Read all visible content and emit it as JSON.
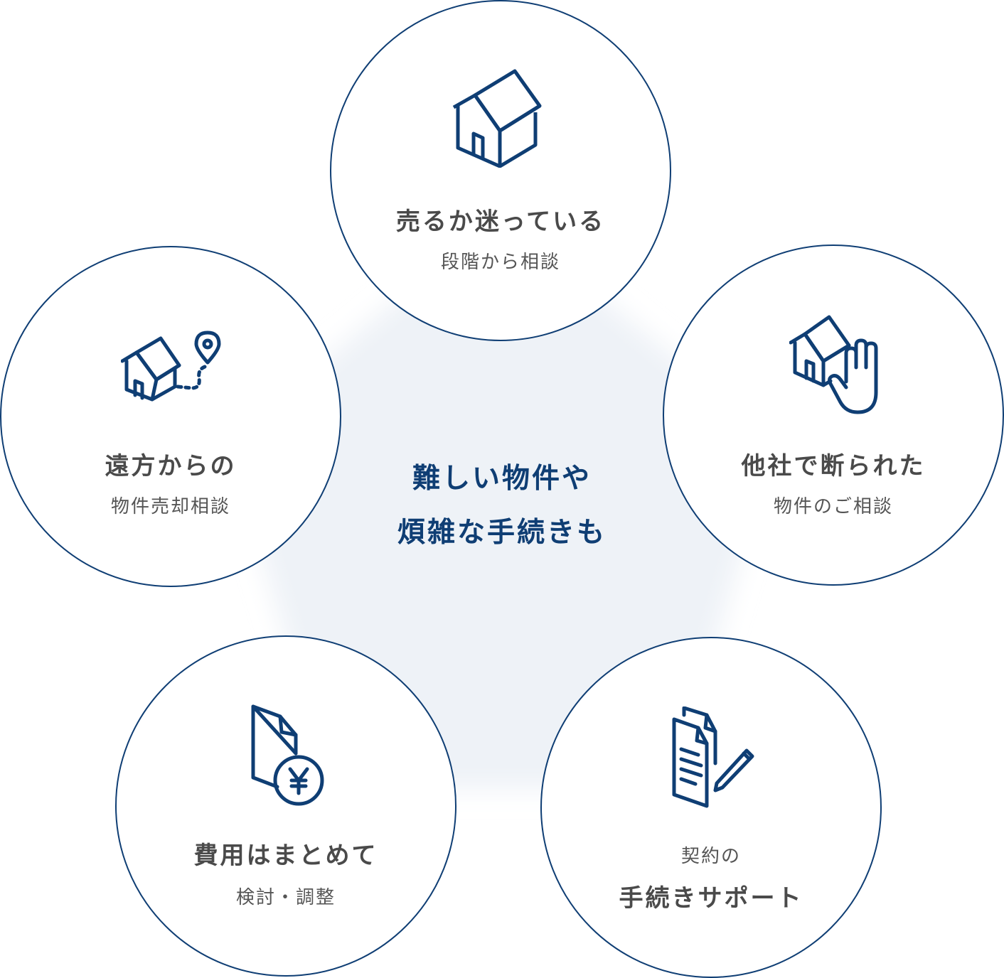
{
  "center": {
    "line1": "難しい物件や",
    "line2": "煩雑な手続きも"
  },
  "colors": {
    "accent": "#0f3e74",
    "text": "#4a4a4a",
    "background_shape": "#eef2f7"
  },
  "items": [
    {
      "icon": "house-icon",
      "title": "売るか迷っている",
      "subtitle": "段階から相談"
    },
    {
      "icon": "house-hand-icon",
      "title": "他社で断られた",
      "subtitle": "物件のご相談"
    },
    {
      "icon": "contract-pen-icon",
      "subtitle": "契約の",
      "title": "手続きサポート"
    },
    {
      "icon": "yen-document-icon",
      "title": "費用はまとめて",
      "subtitle": "検討・調整"
    },
    {
      "icon": "house-location-icon",
      "title": "遠方からの",
      "subtitle": "物件売却相談"
    }
  ]
}
